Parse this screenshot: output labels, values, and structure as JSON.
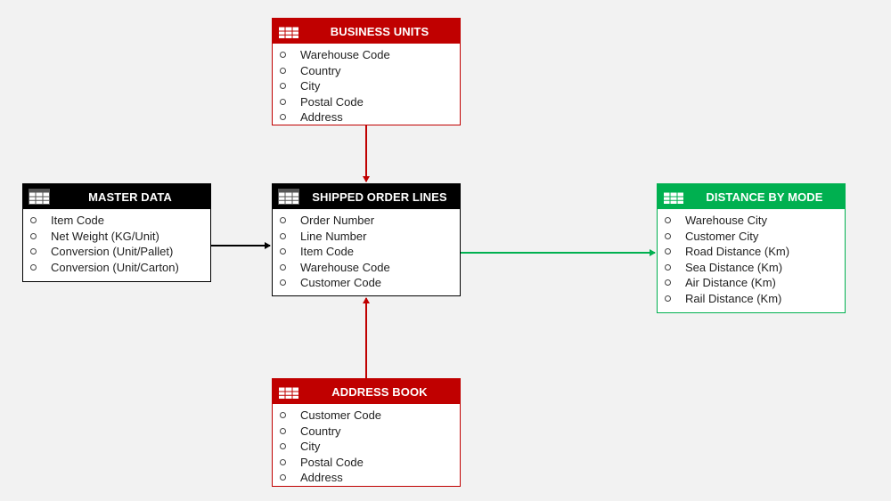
{
  "colors": {
    "red": "#c00000",
    "black": "#000000",
    "green": "#00b050",
    "background": "#f2f2f2"
  },
  "tables": {
    "business_units": {
      "title": "BUSINESS UNITS",
      "icon": "table-grid-icon",
      "fields": [
        "Warehouse  Code",
        "Country",
        "City",
        "Postal Code",
        "Address"
      ]
    },
    "master_data": {
      "title": "MASTER DATA",
      "icon": "table-grid-icon",
      "fields": [
        "Item Code",
        "Net Weight (KG/Unit)",
        "Conversion (Unit/Pallet)",
        "Conversion (Unit/Carton)"
      ]
    },
    "shipped_order_lines": {
      "title": "SHIPPED ORDER LINES",
      "icon": "table-grid-icon",
      "fields": [
        "Order Number",
        "Line Number",
        "Item Code",
        "Warehouse  Code",
        "Customer Code"
      ]
    },
    "distance_by_mode": {
      "title": "DISTANCE BY MODE",
      "icon": "table-grid-icon",
      "fields": [
        "Warehouse City",
        "Customer City",
        "Road Distance (Km)",
        "Sea Distance (Km)",
        "Air Distance (Km)",
        "Rail Distance (Km)"
      ]
    },
    "address_book": {
      "title": "ADDRESS BOOK",
      "icon": "table-grid-icon",
      "fields": [
        "Customer Code",
        "Country",
        "City",
        "Postal Code",
        "Address"
      ]
    }
  },
  "connectors": [
    {
      "from": "business_units",
      "to": "shipped_order_lines",
      "color": "#c00000"
    },
    {
      "from": "master_data",
      "to": "shipped_order_lines",
      "color": "#000000"
    },
    {
      "from": "shipped_order_lines",
      "to": "distance_by_mode",
      "color": "#00b050"
    },
    {
      "from": "address_book",
      "to": "shipped_order_lines",
      "color": "#c00000"
    }
  ]
}
